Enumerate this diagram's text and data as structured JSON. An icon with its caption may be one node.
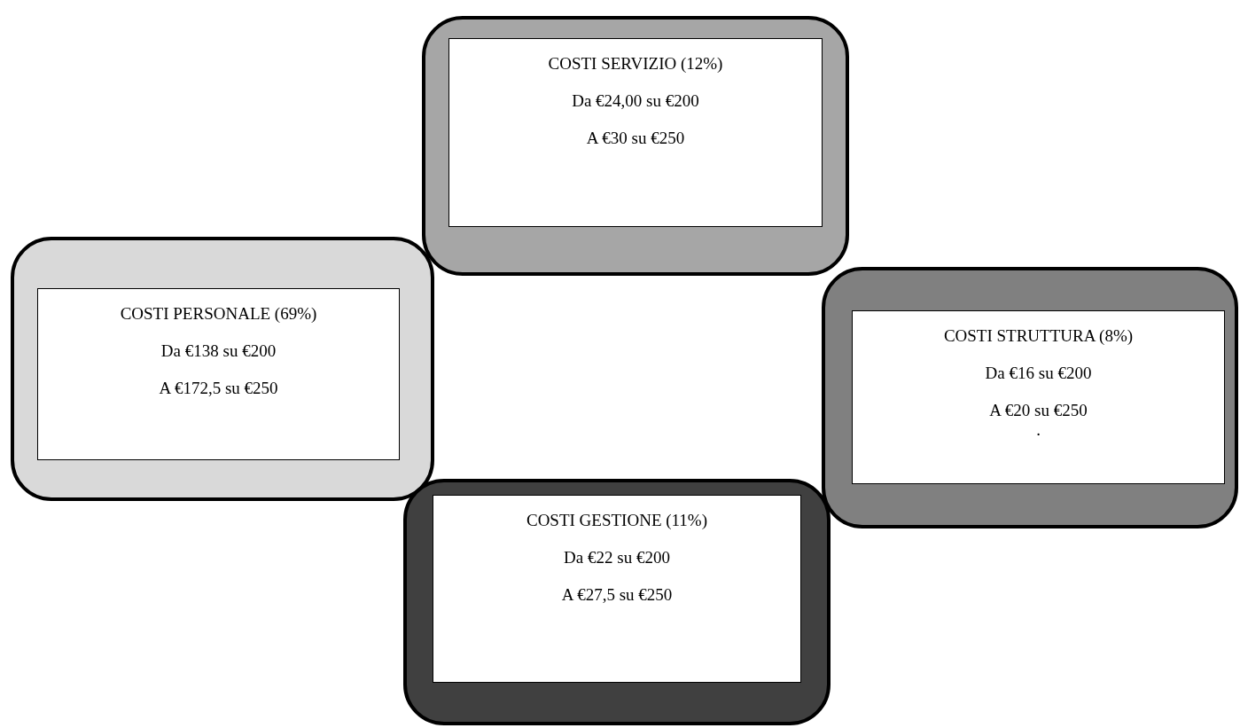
{
  "diagram": {
    "nodes": [
      {
        "text": [],
        "shape": "box"
      },
      {
        "text": [
          "COSTI SERVIZIO (12%)",
          "Da €24,00 su €200",
          "A €30 su €250"
        ],
        "in": 0
      },
      {
        "text": [],
        "shape": "box"
      },
      {
        "text": [
          "COSTI PERSONALE (69%)",
          "Da €138 su €200",
          "A €172,5 su €250"
        ],
        "in": 2
      },
      {
        "text": [],
        "shape": "box"
      },
      {
        "text": [
          "COSTI STRUTTURA (8%)",
          "Da €16 su €200",
          "A €20 su €250",
          "."
        ],
        "in": 4
      },
      {
        "text": [],
        "shape": "box"
      },
      {
        "text": [
          "COSTI GESTIONE (11%)",
          "Da €22 su €200",
          "A €27,5 su €250"
        ],
        "in": 6
      }
    ],
    "edges": []
  }
}
